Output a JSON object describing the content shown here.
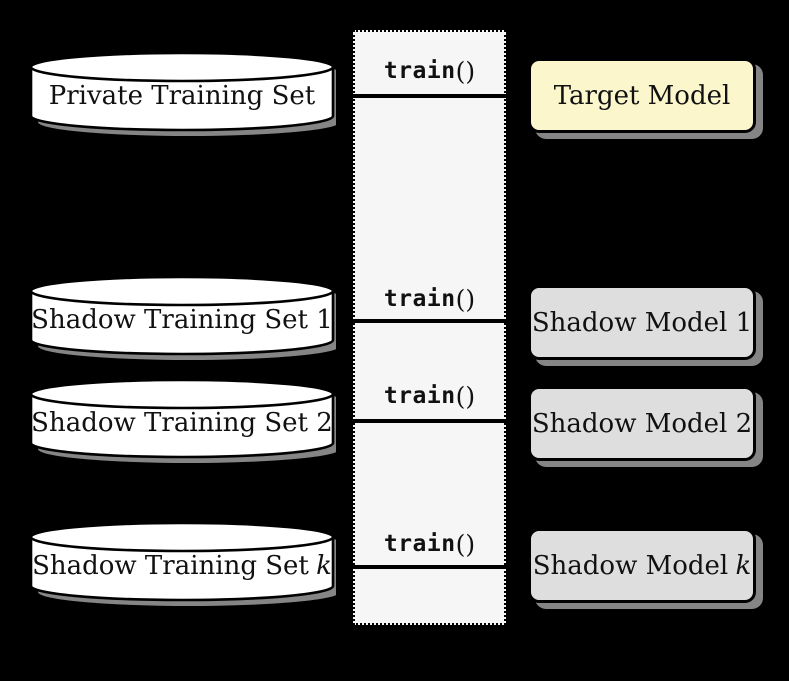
{
  "colors": {
    "background": "#000000",
    "band_fill": "#f6f6f6",
    "target_model_fill": "#fbf6cc",
    "shadow_model_fill": "#dedede",
    "cylinder_fill": "#ffffff",
    "stroke": "#000000",
    "drop_shadow": "#858585"
  },
  "rows": [
    {
      "dataset": {
        "text": "Private Training Set",
        "var": ""
      },
      "func": {
        "name": "train",
        "args": "()"
      },
      "model": {
        "text": "Target Model",
        "var": ""
      }
    },
    {
      "dataset": {
        "text": "Shadow Training Set 1",
        "var": ""
      },
      "func": {
        "name": "train",
        "args": "()"
      },
      "model": {
        "text": "Shadow Model 1",
        "var": ""
      }
    },
    {
      "dataset": {
        "text": "Shadow Training Set 2",
        "var": ""
      },
      "func": {
        "name": "train",
        "args": "()"
      },
      "model": {
        "text": "Shadow Model 2",
        "var": ""
      }
    },
    {
      "dataset": {
        "text": "Shadow Training Set",
        "var": "k"
      },
      "func": {
        "name": "train",
        "args": "()"
      },
      "model": {
        "text": "Shadow Model",
        "var": "k"
      }
    }
  ]
}
